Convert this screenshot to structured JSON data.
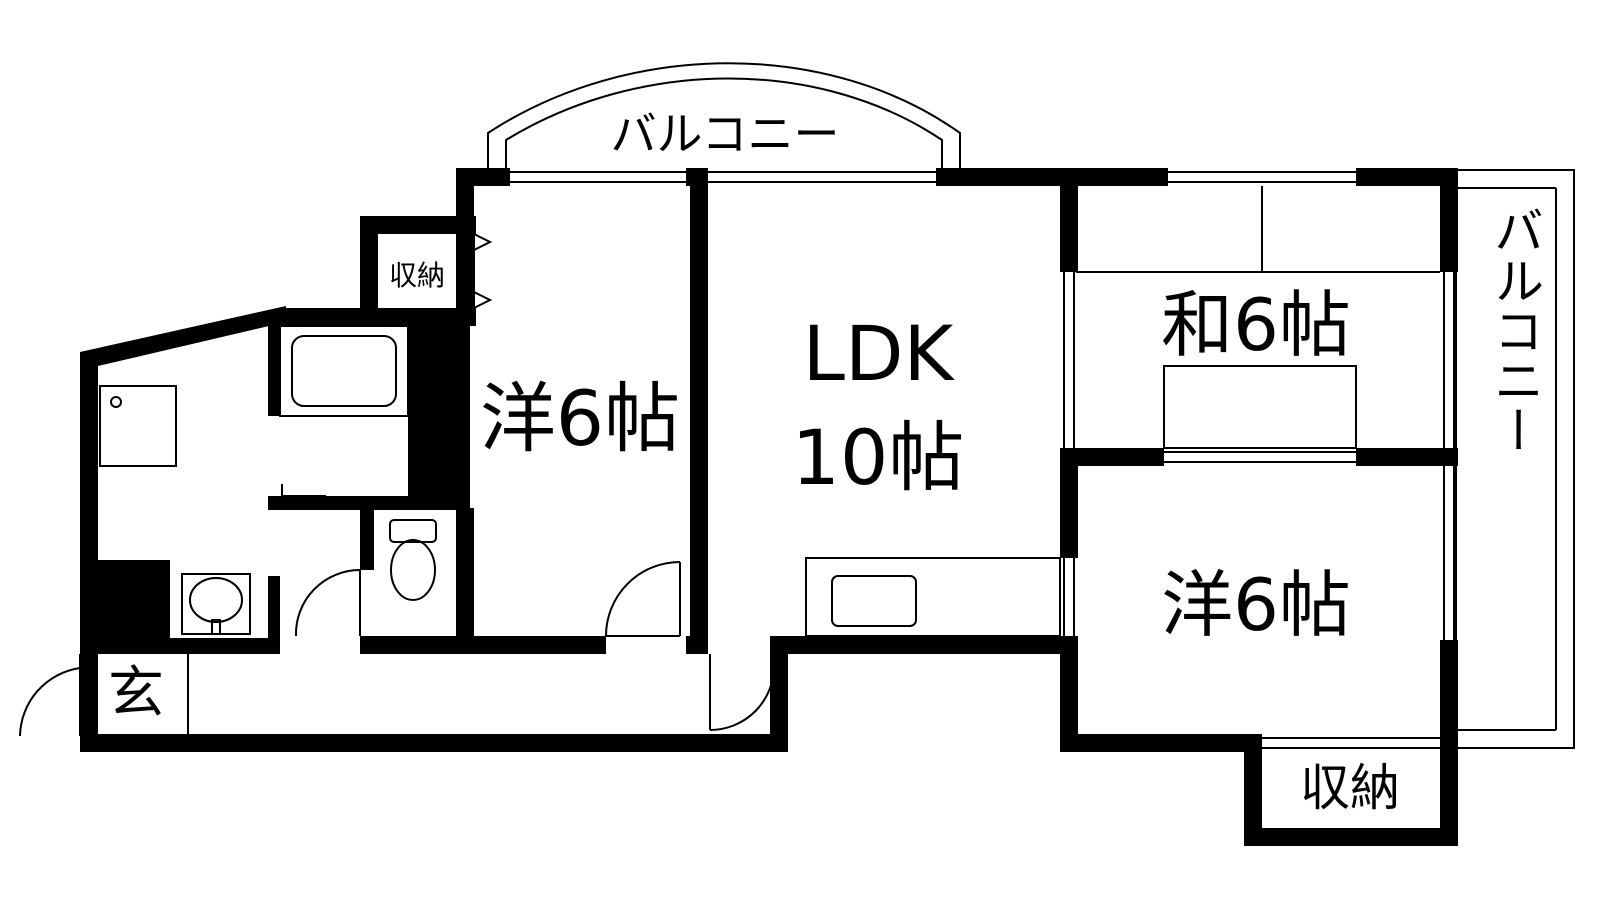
{
  "labels": {
    "balcony_top": "バルコニー",
    "balcony_right": "バルコニー",
    "storage_small": "収納",
    "storage_bottom": "収納",
    "western_left": "洋6帖",
    "ldk_line1": "LDK",
    "ldk_line2": "10帖",
    "japanese_room": "和6帖",
    "western_right": "洋6帖",
    "entrance": "玄"
  },
  "colors": {
    "wall": "#000000",
    "background": "#ffffff"
  }
}
